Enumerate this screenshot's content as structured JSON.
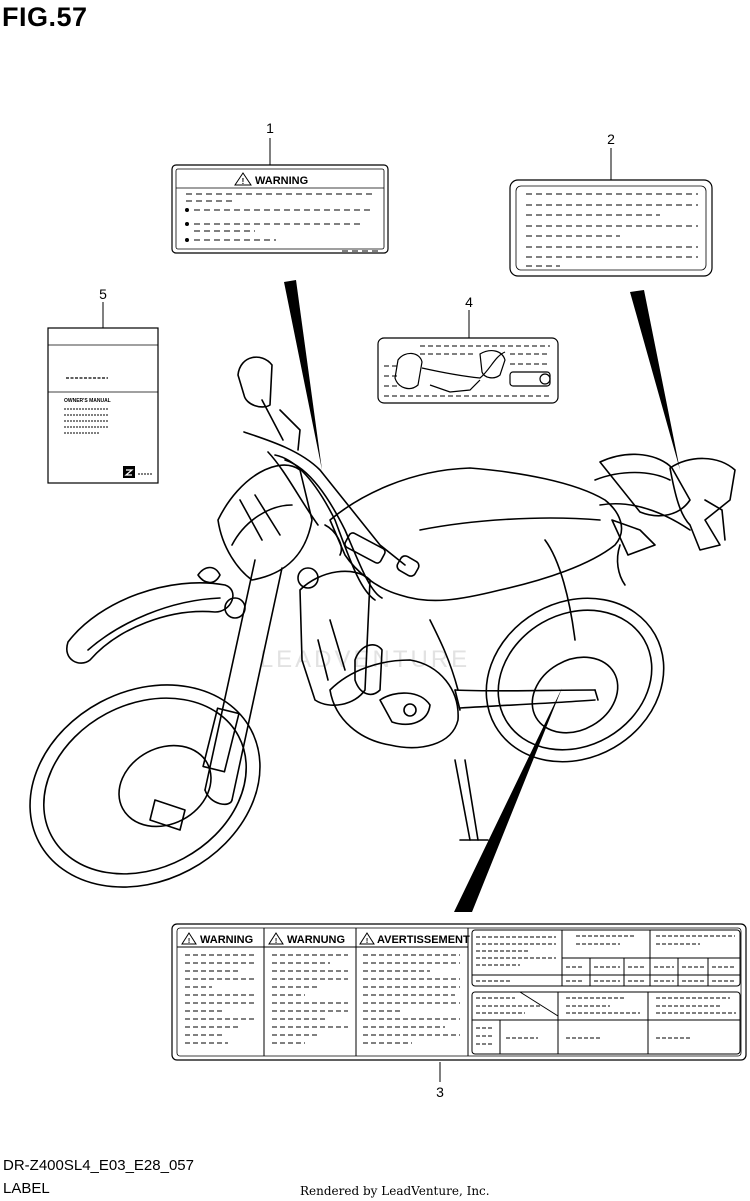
{
  "figure": {
    "title": "FIG.57"
  },
  "footer": {
    "code": "DR-Z400SL4_E03_E28_057",
    "caption": "LABEL",
    "credit": "Rendered by LeadVenture, Inc."
  },
  "watermark": {
    "text": "LEADVENTURE"
  },
  "callouts": [
    "1",
    "2",
    "3",
    "4",
    "5"
  ],
  "label1": {
    "heading": "WARNING"
  },
  "manual": {
    "title": "OWNER'S MANUAL"
  },
  "label3": {
    "heading_en": "WARNING",
    "heading_de": "WARNUNG",
    "heading_fr": "AVERTISSEMENT"
  },
  "icons": [
    "warning-triangle-icon",
    "brand-logo-icon"
  ]
}
